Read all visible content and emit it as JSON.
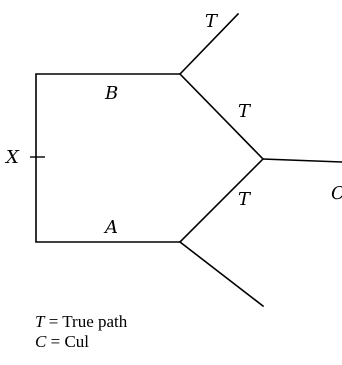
{
  "diagram": {
    "labels": {
      "t_top": "T",
      "b": "B",
      "t_upper": "T",
      "x": "X",
      "t_lower": "T",
      "c": "C",
      "a": "A"
    }
  },
  "legend": [
    {
      "symbol": "T",
      "equals": "=",
      "text": "True path"
    },
    {
      "symbol": "C",
      "equals": "=",
      "text": "Cul"
    }
  ]
}
